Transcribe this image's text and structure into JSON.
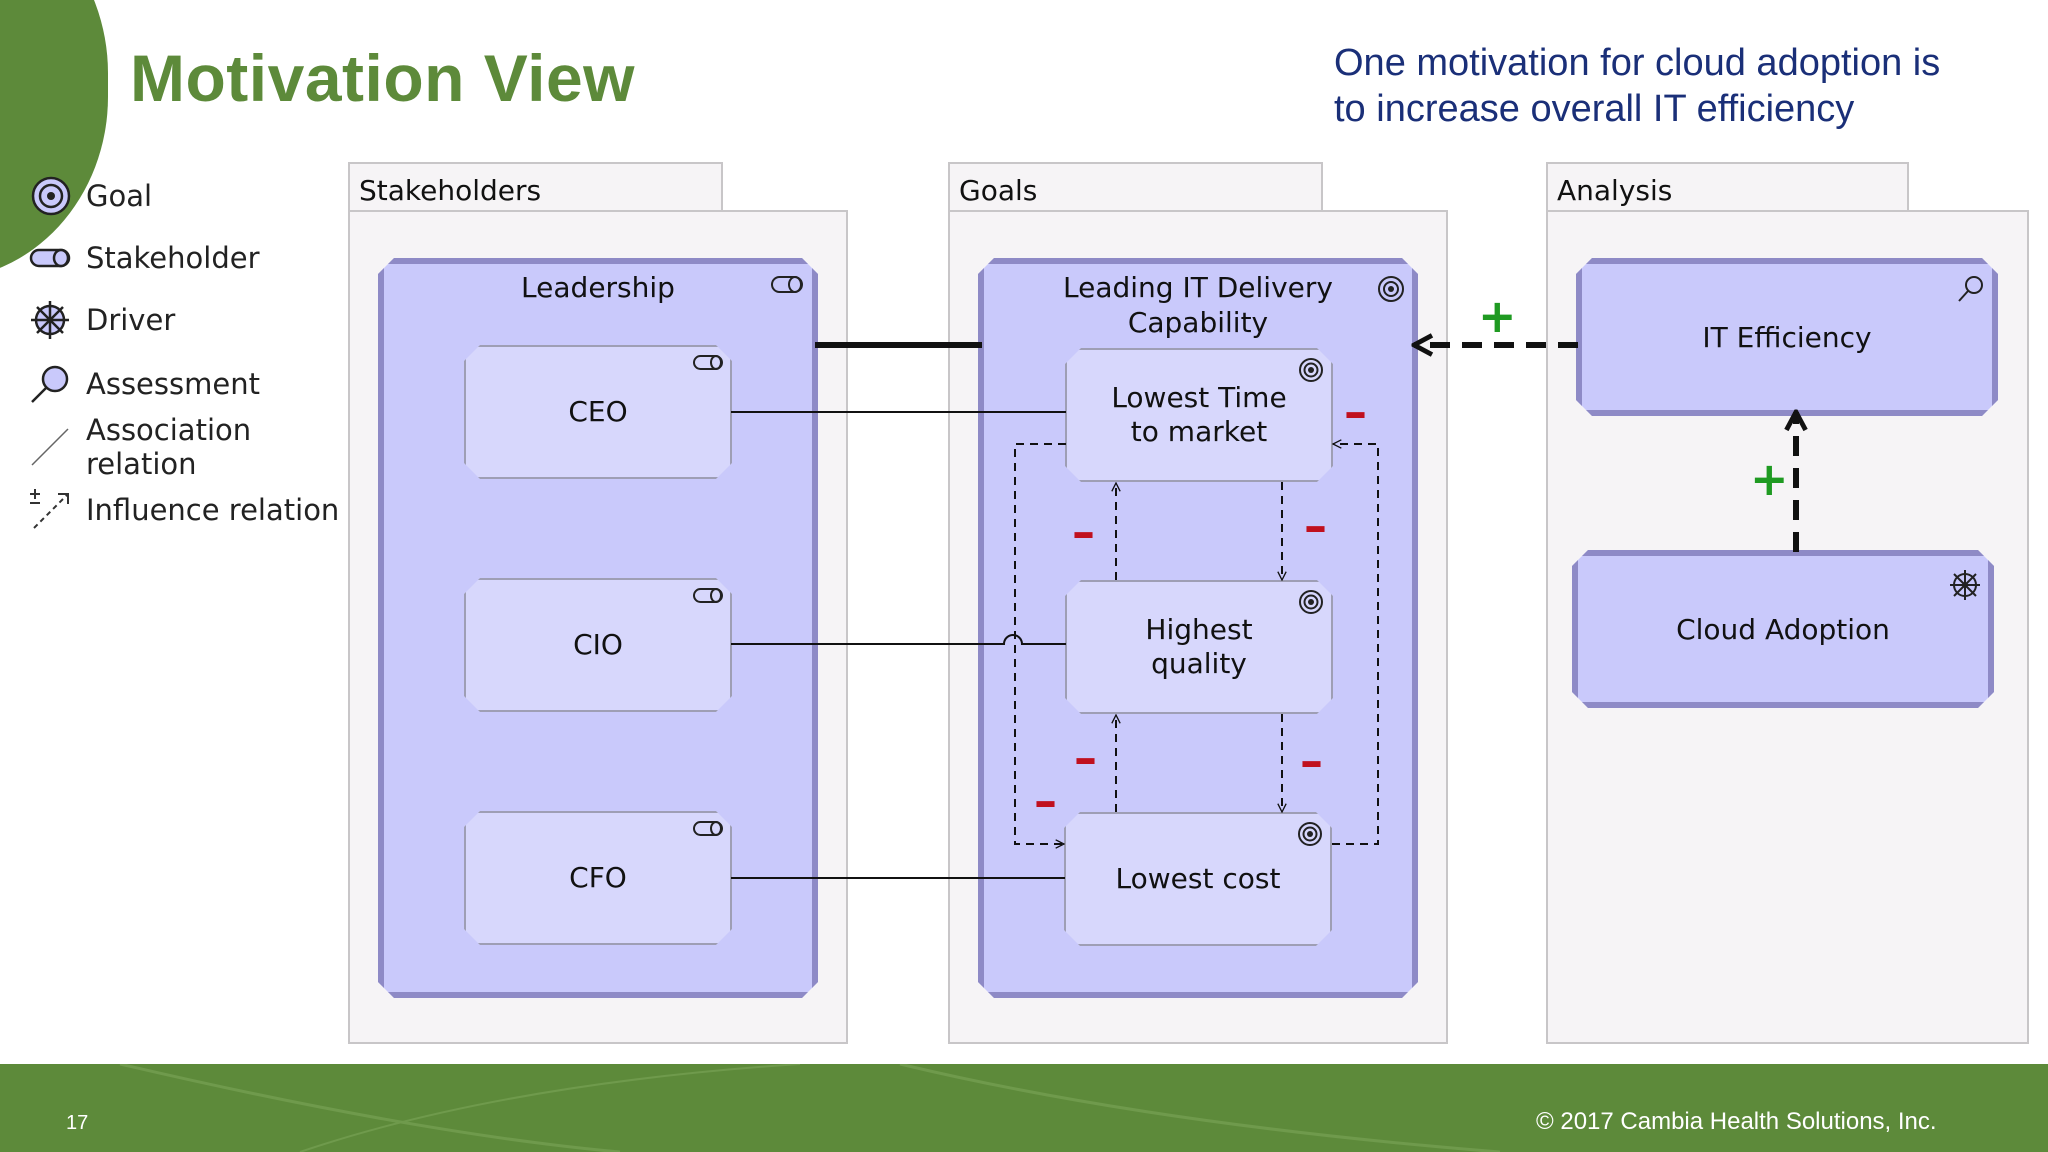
{
  "slide": {
    "title": "Motivation View",
    "subtitle": "One motivation for cloud adoption is\nto increase overall IT efficiency",
    "page_number": "17",
    "copyright": "© 2017 Cambia Health Solutions, Inc."
  },
  "legend": [
    {
      "label": "Goal",
      "icon": "goal-icon"
    },
    {
      "label": "Stakeholder",
      "icon": "stakeholder-icon"
    },
    {
      "label": "Driver",
      "icon": "driver-icon"
    },
    {
      "label": "Assessment",
      "icon": "assessment-icon"
    },
    {
      "label": "Association relation",
      "icon": "association-relation-icon"
    },
    {
      "label": "Influence relation",
      "icon": "influence-relation-icon"
    }
  ],
  "frames": {
    "stakeholders": {
      "label": "Stakeholders"
    },
    "goals": {
      "label": "Goals"
    },
    "analysis": {
      "label": "Analysis"
    }
  },
  "nodes": {
    "leadership": {
      "label": "Leadership",
      "icon": "stakeholder-icon"
    },
    "ceo": {
      "label": "CEO",
      "icon": "stakeholder-icon"
    },
    "cio": {
      "label": "CIO",
      "icon": "stakeholder-icon"
    },
    "cfo": {
      "label": "CFO",
      "icon": "stakeholder-icon"
    },
    "leading_it": {
      "label": "Leading IT Delivery\nCapability",
      "icon": "goal-icon"
    },
    "lowest_time": {
      "label": "Lowest Time\nto market",
      "icon": "goal-icon"
    },
    "highest_quality": {
      "label": "Highest\nquality",
      "icon": "goal-icon"
    },
    "lowest_cost": {
      "label": "Lowest cost",
      "icon": "goal-icon"
    },
    "it_efficiency": {
      "label": "IT Efficiency",
      "icon": "assessment-icon"
    },
    "cloud_adoption": {
      "label": "Cloud Adoption",
      "icon": "driver-icon"
    }
  },
  "influence_signs": {
    "plus_sign": "+",
    "minus_sign": "–"
  },
  "colors": {
    "brand_green": "#5d8a3a",
    "subtitle_blue": "#1a2f78",
    "element_fill": "#c9c9fb",
    "element_border": "#8e8ac6",
    "minus_red": "#c0101e",
    "plus_green": "#1f9a22"
  }
}
